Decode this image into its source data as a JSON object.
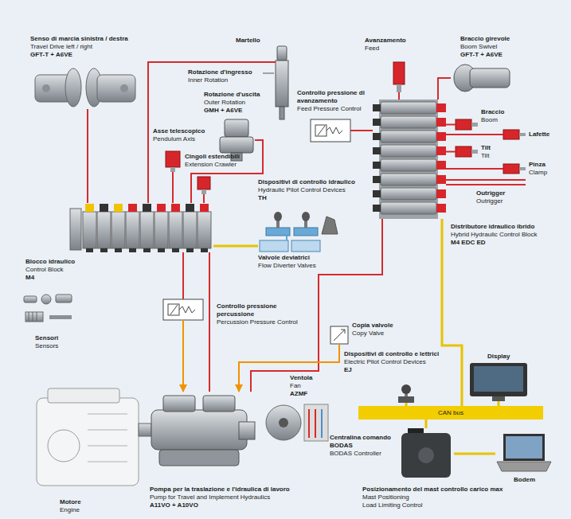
{
  "diagram": {
    "nodes": [
      {
        "text": [
          "Senso di marcia sinistra / destra",
          "Travel Drive left / right",
          "GFT-T + A6VE"
        ]
      },
      {
        "text": [
          "Martello"
        ]
      },
      {
        "text": [
          "Rotazione d'uscita",
          "Outer Rotation",
          "GMH + A6VE"
        ]
      },
      {
        "text": [
          "Avanzamento",
          "Feed"
        ]
      },
      {
        "text": [
          "Braccio girevole",
          "Boom Swivel",
          "GFT-T + A6VE"
        ]
      },
      {
        "text": [
          "Controllo pressione di avanzamento",
          "Feed Pressure Control"
        ]
      },
      {
        "text": [
          "Braccio",
          "Boom"
        ]
      },
      {
        "text": [
          "Lafette"
        ]
      },
      {
        "text": [
          "Tilt",
          "Tilt"
        ]
      },
      {
        "text": [
          "Pinza",
          "Clamp"
        ]
      },
      {
        "text": [
          "Asse telescopico",
          "Pendulum Axis"
        ]
      },
      {
        "text": [
          "Cingoli estendibili",
          "Extension Crawler"
        ]
      },
      {
        "text": [
          "Dispositivi di controllo idraulico",
          "Hydraulic Pilot Control Devices",
          "TH"
        ]
      },
      {
        "text": [
          "Distributore idraulico ibrido",
          "Hybrid Hydraulic Control Block",
          "M4 EDC ED"
        ]
      },
      {
        "text": [
          "Valvole deviatrici",
          "Flow Diverter Valves"
        ]
      },
      {
        "text": [
          "Blocco idraulico",
          "Control Block",
          "M4"
        ]
      },
      {
        "text": [
          "Controllo pressione percussione",
          "Percussion Pressure Control"
        ]
      },
      {
        "text": [
          "Copia valvole",
          "Copy Valve"
        ]
      },
      {
        "text": [
          "Sensori",
          "Sensors"
        ]
      },
      {
        "text": [
          "Dispositivi di controllo e lettrici",
          "Electric Pilot Control Devices",
          "EJ"
        ]
      },
      {
        "text": [
          "Display"
        ]
      },
      {
        "text": [
          "CAN bus"
        ]
      },
      {
        "text": [
          "Ventola",
          "Fan",
          "AZMF"
        ]
      },
      {
        "text": [
          "Centralina comando",
          "BODAS",
          "BODAS Controller"
        ]
      },
      {
        "text": [
          "Bodem"
        ]
      },
      {
        "text": [
          "Motore",
          "Engine"
        ]
      },
      {
        "text": [
          "Pompa per la traslazione e l'idraulica di lavoro",
          "Pump for Travel and Implement Hydraulics",
          "A11VO + A10VO"
        ]
      }
    ],
    "edges": [
      {
        "from": 15,
        "to": 0,
        "arrow": "none"
      },
      {
        "from": 15,
        "to": 1,
        "arrow": "none"
      },
      {
        "from": 15,
        "to": 2,
        "arrow": "none"
      },
      {
        "from": 15,
        "to": 10,
        "arrow": "none"
      },
      {
        "from": 15,
        "to": 11,
        "arrow": "none"
      },
      {
        "from": 13,
        "to": 3,
        "arrow": "none"
      },
      {
        "from": 13,
        "to": 4,
        "arrow": "none"
      },
      {
        "from": 13,
        "to": 6,
        "arrow": "none"
      },
      {
        "from": 13,
        "to": 7,
        "arrow": "none"
      },
      {
        "from": 13,
        "to": 8,
        "arrow": "none"
      },
      {
        "from": 13,
        "to": 9,
        "arrow": "none"
      },
      {
        "from": 5,
        "to": 13,
        "arrow": "none"
      },
      {
        "from": 12,
        "to": 14,
        "arrow": "none"
      },
      {
        "from": 14,
        "to": 15,
        "arrow": "none"
      },
      {
        "from": 26,
        "to": 15,
        "arrow": "none"
      },
      {
        "from": 26,
        "to": 13,
        "arrow": "none"
      },
      {
        "from": 16,
        "to": 15,
        "arrow": "none"
      },
      {
        "from": 16,
        "to": 26,
        "arrow": "to"
      },
      {
        "from": 17,
        "to": 26,
        "arrow": "to"
      },
      {
        "from": 19,
        "to": 21,
        "arrow": "none"
      },
      {
        "from": 20,
        "to": 21,
        "arrow": "none"
      },
      {
        "from": 13,
        "to": 21,
        "arrow": "none"
      },
      {
        "from": 23,
        "to": 21,
        "arrow": "none"
      },
      {
        "from": 24,
        "to": 23,
        "arrow": "none"
      }
    ],
    "labels": [
      "Rotazione d'ingresso",
      "Inner Rotation",
      "Outrigger",
      "Outrigger",
      "Posizionamento del mast controllo carico max",
      "Mast Positioning",
      "Load Limiting Control"
    ]
  }
}
